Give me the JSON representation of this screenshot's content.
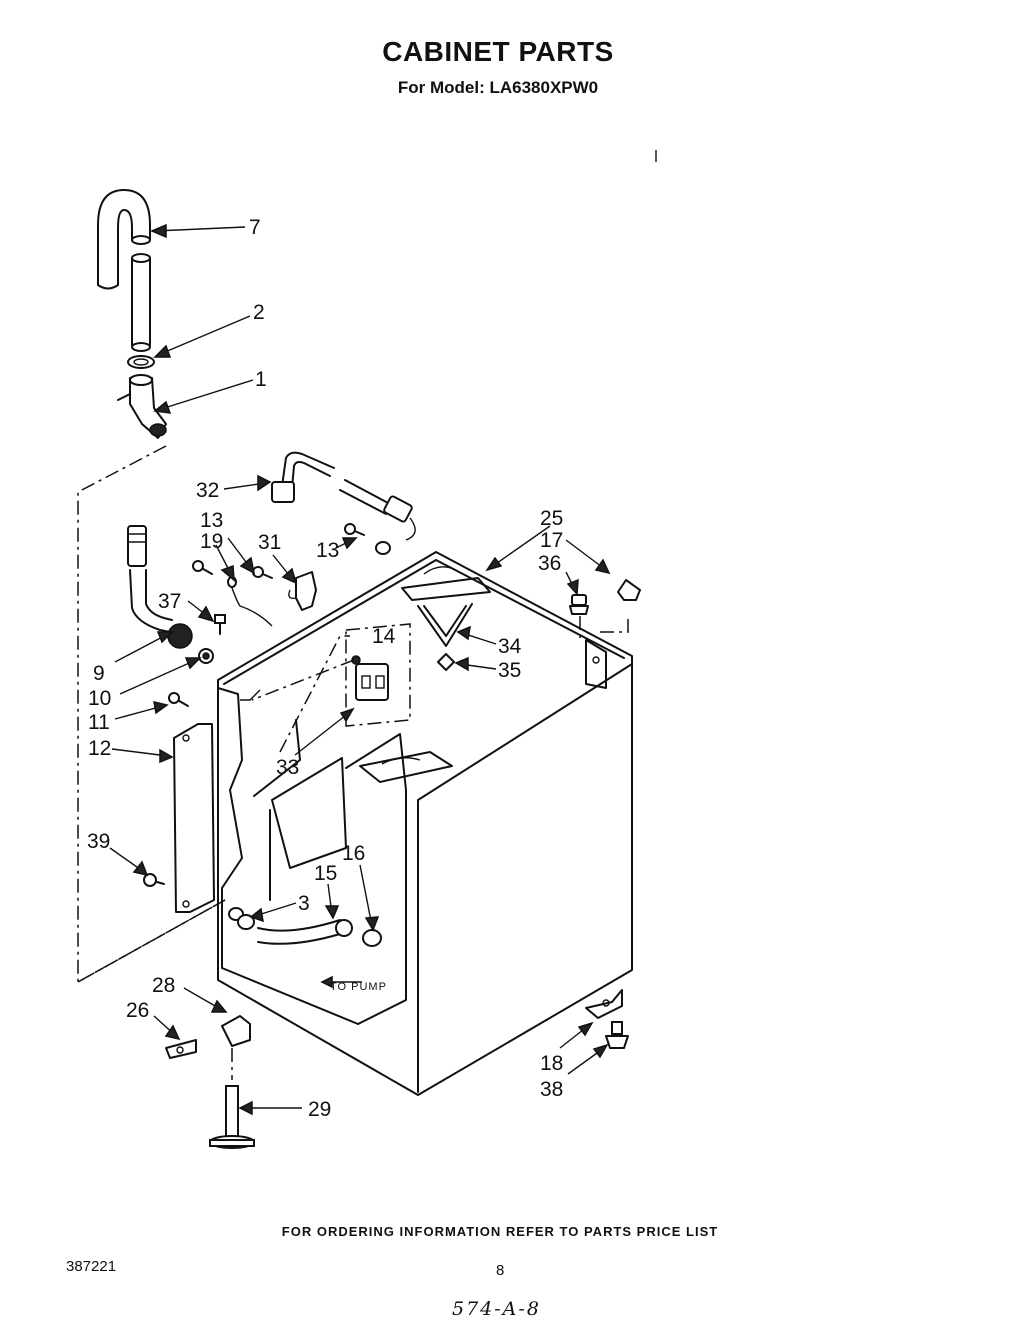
{
  "header": {
    "title": "CABINET PARTS",
    "subtitle": "For Model: LA6380XPW0"
  },
  "callouts": [
    {
      "id": "c7",
      "label": "7"
    },
    {
      "id": "c2",
      "label": "2"
    },
    {
      "id": "c1",
      "label": "1"
    },
    {
      "id": "c32",
      "label": "32"
    },
    {
      "id": "c13a",
      "label": "13"
    },
    {
      "id": "c19",
      "label": "19"
    },
    {
      "id": "c31",
      "label": "31"
    },
    {
      "id": "c13b",
      "label": "13"
    },
    {
      "id": "c25",
      "label": "25"
    },
    {
      "id": "c17",
      "label": "17"
    },
    {
      "id": "c36",
      "label": "36"
    },
    {
      "id": "c37",
      "label": "37"
    },
    {
      "id": "c14",
      "label": "14"
    },
    {
      "id": "c34",
      "label": "34"
    },
    {
      "id": "c35",
      "label": "35"
    },
    {
      "id": "c9",
      "label": "9"
    },
    {
      "id": "c10",
      "label": "10"
    },
    {
      "id": "c11",
      "label": "11"
    },
    {
      "id": "c12",
      "label": "12"
    },
    {
      "id": "c33",
      "label": "33"
    },
    {
      "id": "c39",
      "label": "39"
    },
    {
      "id": "c16",
      "label": "16"
    },
    {
      "id": "c15",
      "label": "15"
    },
    {
      "id": "c3",
      "label": "3"
    },
    {
      "id": "c28",
      "label": "28"
    },
    {
      "id": "c26",
      "label": "26"
    },
    {
      "id": "c18",
      "label": "18"
    },
    {
      "id": "c38",
      "label": "38"
    },
    {
      "id": "c29",
      "label": "29"
    }
  ],
  "diagram_note": "TO PUMP",
  "footer": {
    "ordering_note": "FOR ORDERING INFORMATION REFER TO PARTS PRICE LIST",
    "doc_number": "387221",
    "page_number": "8",
    "handwritten": "574-A-8"
  }
}
